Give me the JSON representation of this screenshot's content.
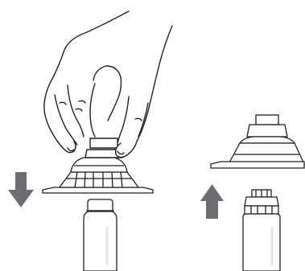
{
  "diagram": {
    "panels": [
      {
        "step": "attach",
        "arrow_direction": "down",
        "components": [
          "hand-icon",
          "vial-adapter-icon",
          "vial-icon"
        ]
      },
      {
        "step": "remove",
        "arrow_direction": "up",
        "components": [
          "vial-adapter-icon",
          "vial-icon"
        ]
      }
    ],
    "colors": {
      "line": "#231f20",
      "arrow": "#6d6e71",
      "fill": "#ffffff",
      "shadow": "#e6e7e8"
    }
  }
}
